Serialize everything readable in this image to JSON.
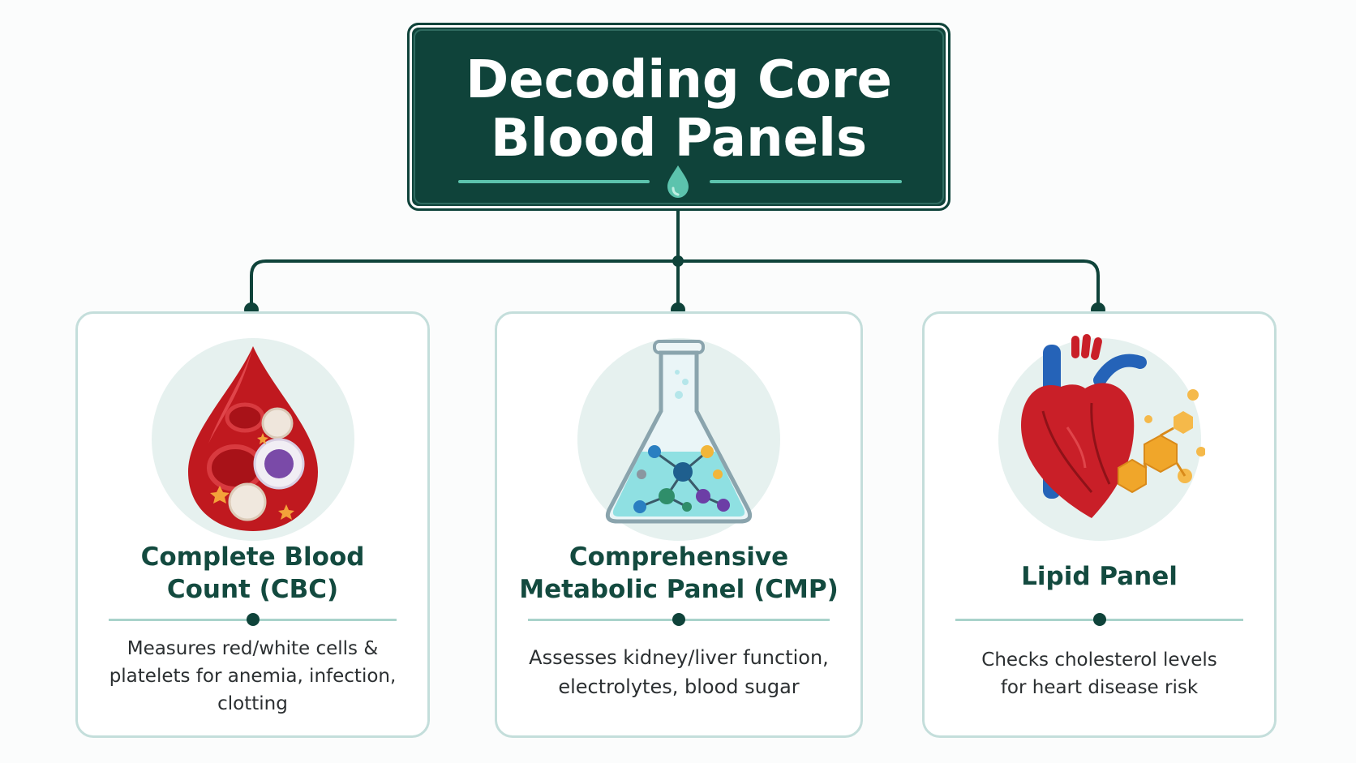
{
  "title": {
    "line1": "Decoding Core",
    "line2": "Blood Panels"
  },
  "colors": {
    "primary": "#0f433a",
    "accent": "#5cc3ad",
    "card_border": "#c4dedb",
    "circle_bg": "#e6f1ef"
  },
  "panels": [
    {
      "title_line1": "Complete Blood",
      "title_line2": "Count (CBC)",
      "icon": "blood-drop-cells-icon",
      "description_lines": [
        "Measures red/white cells &",
        "platelets for anemia, infection,",
        "clotting"
      ]
    },
    {
      "title_line1": "Comprehensive",
      "title_line2": "Metabolic Panel (CMP)",
      "icon": "lab-flask-molecule-icon",
      "description_lines": [
        "Assesses kidney/liver function,",
        "electrolytes, blood sugar"
      ]
    },
    {
      "title_line1": "Lipid Panel",
      "title_line2": "",
      "icon": "heart-cholesterol-icon",
      "description_lines": [
        "Checks cholesterol levels",
        "for heart disease risk"
      ]
    }
  ]
}
